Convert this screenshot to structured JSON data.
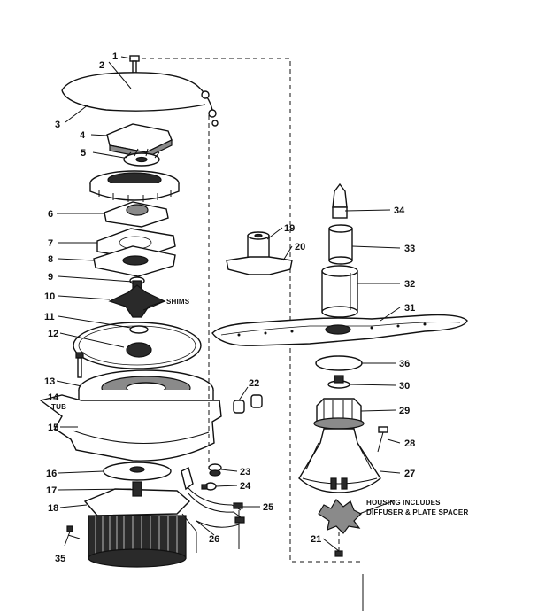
{
  "callouts": [
    {
      "id": "c1",
      "text": "1"
    },
    {
      "id": "c2",
      "text": "2"
    },
    {
      "id": "c3",
      "text": "3"
    },
    {
      "id": "c4",
      "text": "4"
    },
    {
      "id": "c5",
      "text": "5"
    },
    {
      "id": "c6",
      "text": "6"
    },
    {
      "id": "c7",
      "text": "7"
    },
    {
      "id": "c8",
      "text": "8"
    },
    {
      "id": "c9",
      "text": "9"
    },
    {
      "id": "c10",
      "text": "10"
    },
    {
      "id": "c11",
      "text": "11"
    },
    {
      "id": "c12",
      "text": "12"
    },
    {
      "id": "c13",
      "text": "13"
    },
    {
      "id": "c14",
      "text": "14"
    },
    {
      "id": "c15",
      "text": "15"
    },
    {
      "id": "c16",
      "text": "16"
    },
    {
      "id": "c17",
      "text": "17"
    },
    {
      "id": "c18",
      "text": "18"
    },
    {
      "id": "c19",
      "text": "19"
    },
    {
      "id": "c20",
      "text": "20"
    },
    {
      "id": "c21",
      "text": "21"
    },
    {
      "id": "c22",
      "text": "22"
    },
    {
      "id": "c23",
      "text": "23"
    },
    {
      "id": "c24",
      "text": "24"
    },
    {
      "id": "c25",
      "text": "25"
    },
    {
      "id": "c26",
      "text": "26"
    },
    {
      "id": "c27",
      "text": "27"
    },
    {
      "id": "c28",
      "text": "28"
    },
    {
      "id": "c29",
      "text": "29"
    },
    {
      "id": "c30",
      "text": "30"
    },
    {
      "id": "c31",
      "text": "31"
    },
    {
      "id": "c32",
      "text": "32"
    },
    {
      "id": "c33",
      "text": "33"
    },
    {
      "id": "c34",
      "text": "34"
    },
    {
      "id": "c35",
      "text": "35"
    },
    {
      "id": "c36",
      "text": "36"
    }
  ],
  "labels": {
    "shims": "SHIMS",
    "tub": "TUB",
    "housing_note_line1": "HOUSING INCLUDES",
    "housing_note_line2": "DIFFUSER & PLATE SPACER"
  }
}
